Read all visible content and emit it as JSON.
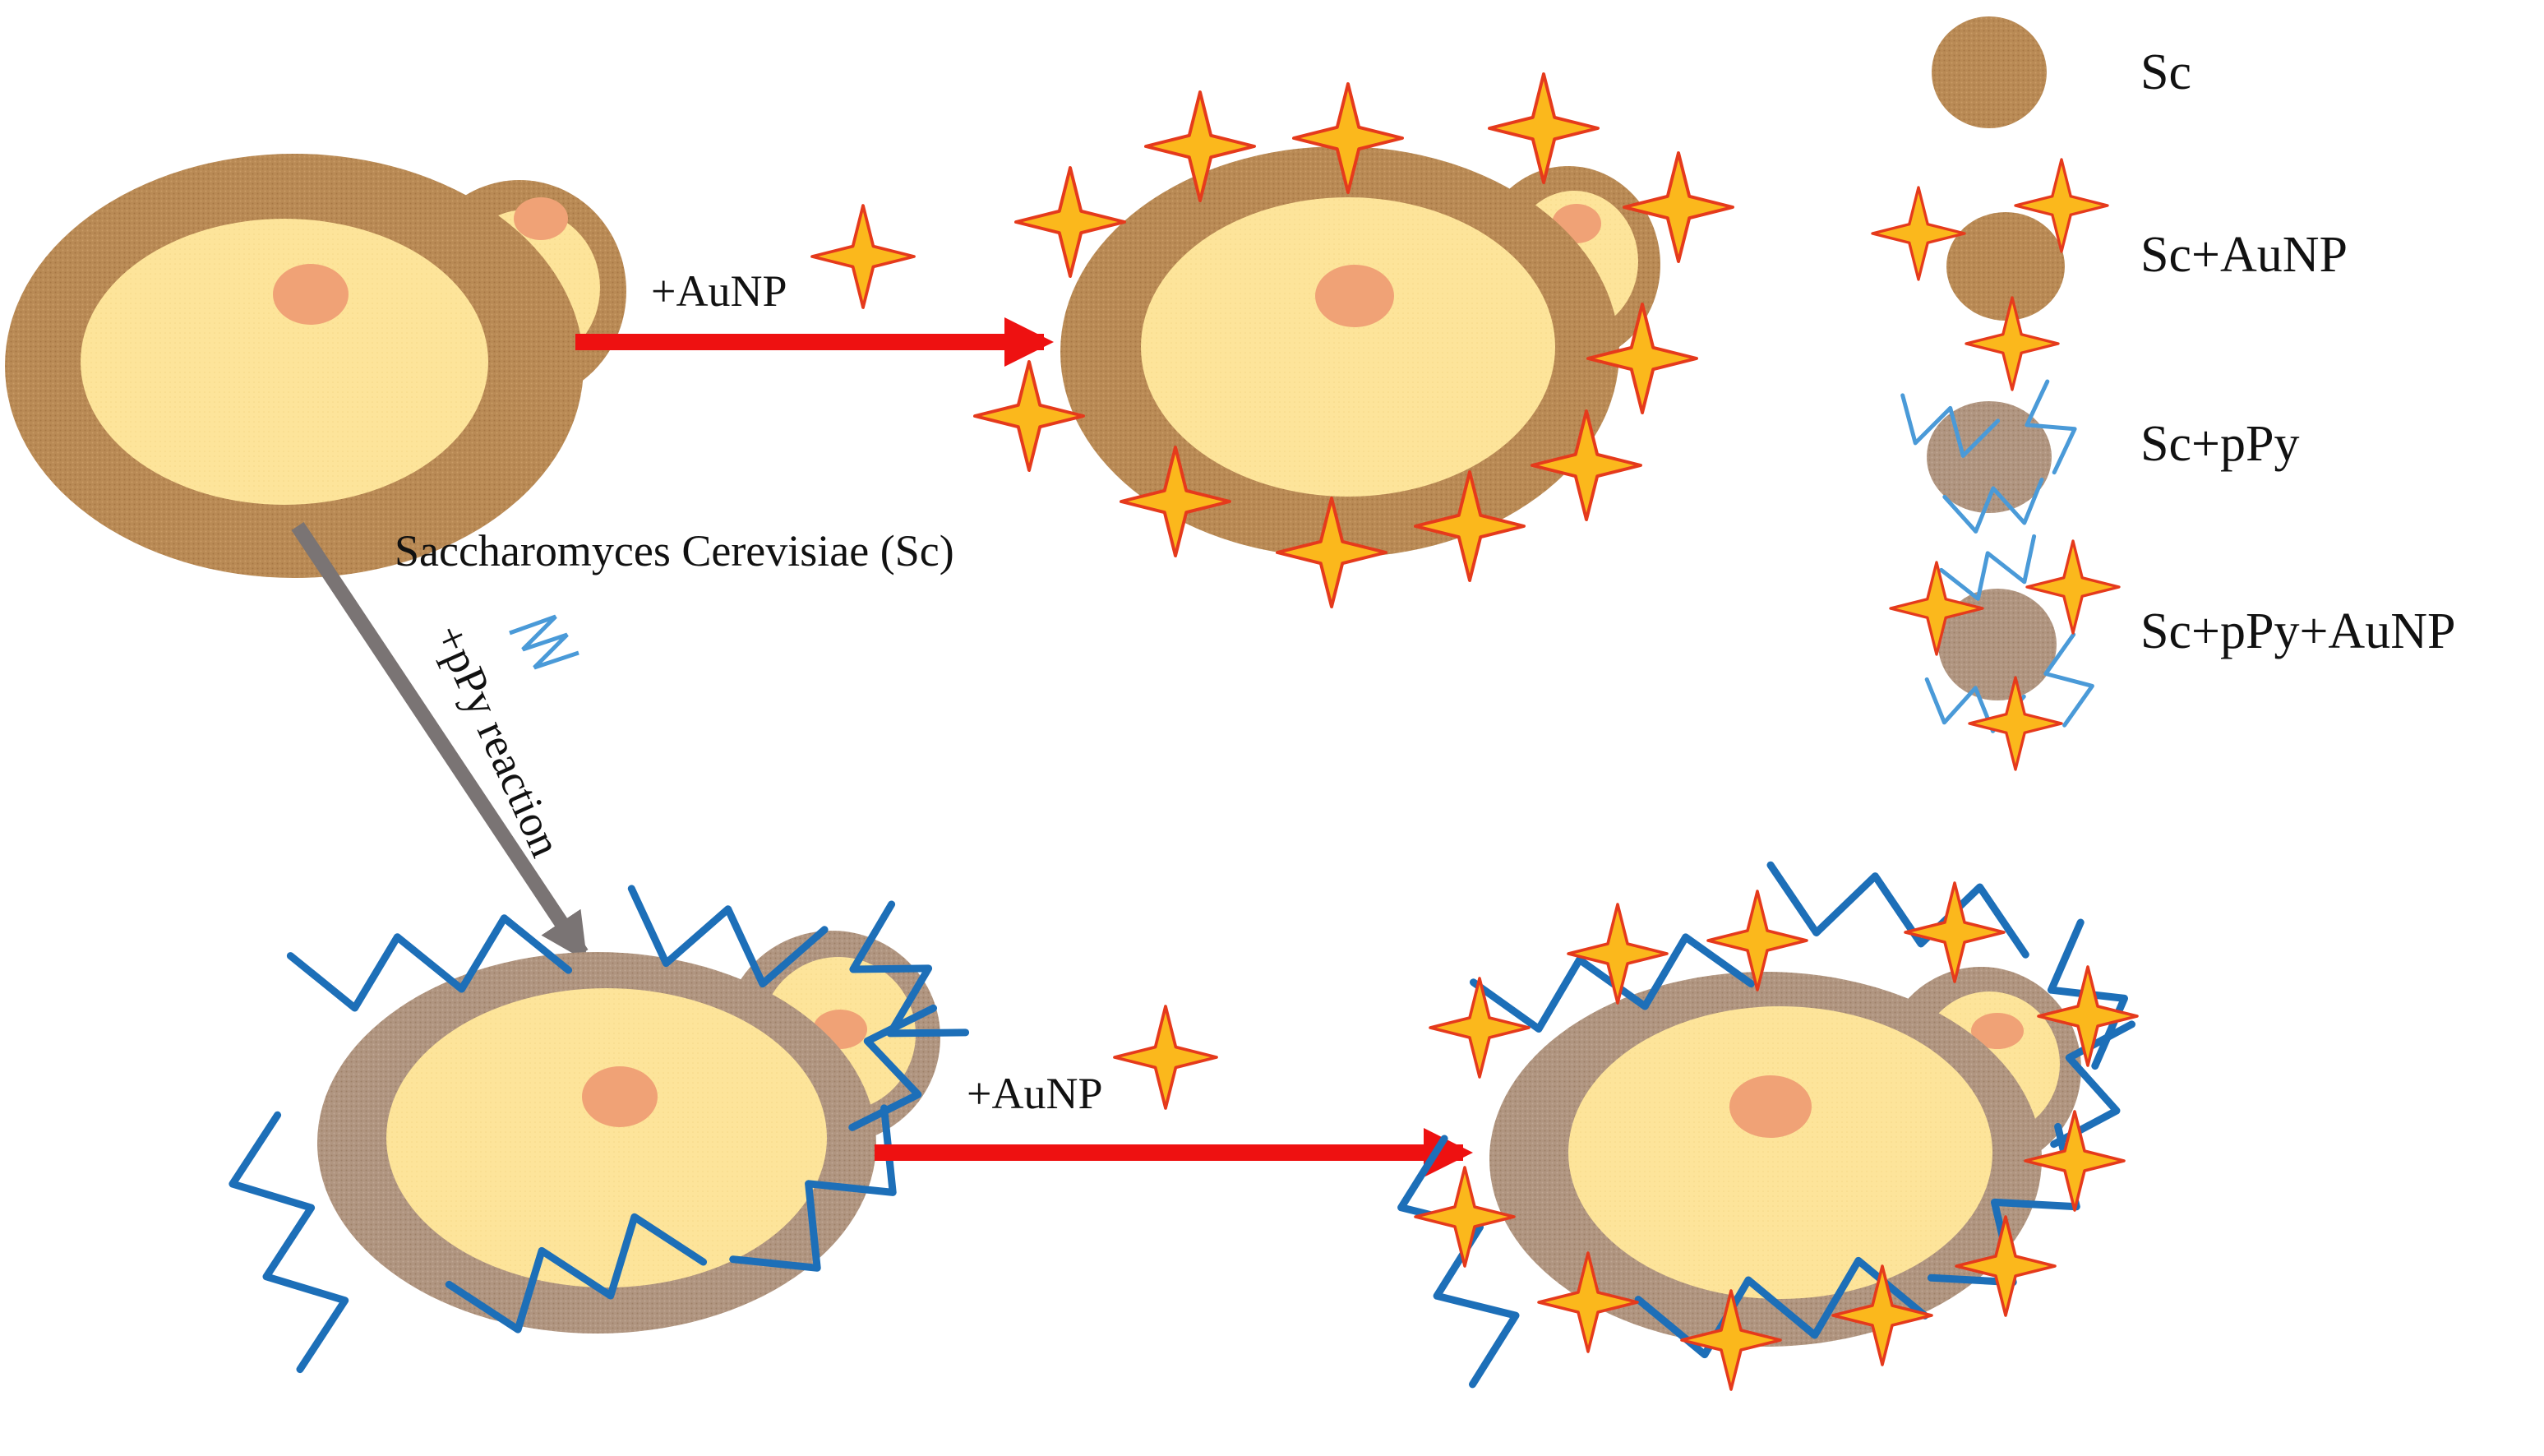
{
  "labels": {
    "sc_full_name": "Saccharomyces Cerevisiae (Sc)",
    "arrow_top": "+AuNP",
    "arrow_bottom": "+AuNP",
    "arrow_diagonal": "+pPy reaction"
  },
  "legend": {
    "items": [
      {
        "id": "sc",
        "label": "Sc"
      },
      {
        "id": "sc-aunp",
        "label": "Sc+AuNP"
      },
      {
        "id": "sc-ppy",
        "label": "Sc+pPy"
      },
      {
        "id": "sc-ppy-aunp",
        "label": "Sc+pPy+AuNP"
      }
    ]
  },
  "colors": {
    "cell_wall": "#b98a55",
    "cell_wall_ppy": "#b09580",
    "cytoplasm": "#fde49a",
    "nucleus": "#f0a276",
    "aunp_fill": "#fbb81c",
    "aunp_stroke": "#e53a1c",
    "ppy_strand": "#1d6fb8",
    "arrow_red": "#ee1111",
    "arrow_gray": "#7a7474"
  },
  "icons": [
    "aunp-star-icon",
    "ppy-zigzag-icon",
    "yeast-cell-icon"
  ]
}
